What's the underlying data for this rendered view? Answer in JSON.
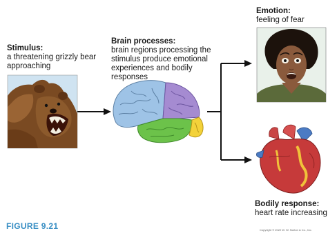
{
  "stimulus": {
    "heading": "Stimulus:",
    "text": "a threatening grizzly bear approaching"
  },
  "brain": {
    "heading": "Brain processes:",
    "text": "brain regions processing the stimulus produce emotional experiences and bodily responses"
  },
  "emotion": {
    "heading": "Emotion:",
    "text": "feeling of fear"
  },
  "bodily": {
    "heading": "Bodily response:",
    "text": "heart rate increasing"
  },
  "figure": {
    "label": "FIGURE 9.21"
  },
  "copyright": {
    "text": "Copyright © 2022 W. W. Norton & Co., Inc."
  },
  "icons": [
    "grizzly-bear-image",
    "brain-image",
    "fearful-face-image",
    "heart-image"
  ],
  "colors": {
    "frontal_lobe": "#9ec3e6",
    "parietal_lobe": "#a58bd1",
    "temporal_lobe": "#6cc24a",
    "occipital_lobe": "#f3d23a",
    "heart": "#c63a3a",
    "figure_label": "#3a8fc4"
  }
}
